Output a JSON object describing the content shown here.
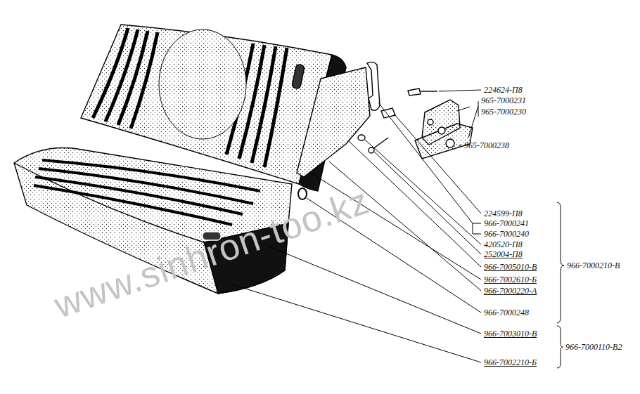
{
  "diagram": {
    "labels": [
      "224624-П8",
      "965-7000231",
      "965-7000230",
      "965-7000238",
      "224599-П8",
      "966-7000241",
      "966-7000240",
      "420520-П8",
      "252004-П8",
      "966-7005010-В",
      "966-7002610-Б",
      "966-7000220-А",
      "966-7000248",
      "966-7003010-В",
      "966-7002210-Б",
      "966-7000210-В",
      "966-7000110-В2",
      "www.sinhron-too.kz"
    ]
  }
}
